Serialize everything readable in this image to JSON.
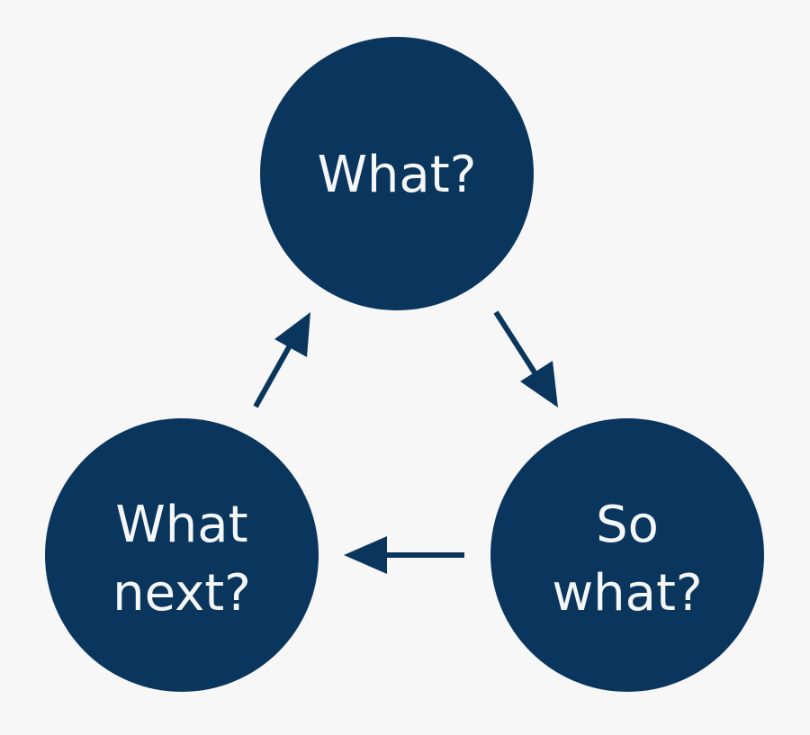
{
  "diagram": {
    "nodes": [
      {
        "id": "what",
        "lines": [
          "What?"
        ]
      },
      {
        "id": "so-what",
        "lines": [
          "So",
          "what?"
        ]
      },
      {
        "id": "what-next",
        "lines": [
          "What",
          "next?"
        ]
      }
    ],
    "edges": [
      {
        "from": "what",
        "to": "so-what"
      },
      {
        "from": "so-what",
        "to": "what-next"
      },
      {
        "from": "what-next",
        "to": "what"
      }
    ],
    "colors": {
      "background": "#f7f7f8",
      "node_fill": "#0a365e",
      "text": "#f4f6f8",
      "arrow": "#0a365e"
    }
  }
}
